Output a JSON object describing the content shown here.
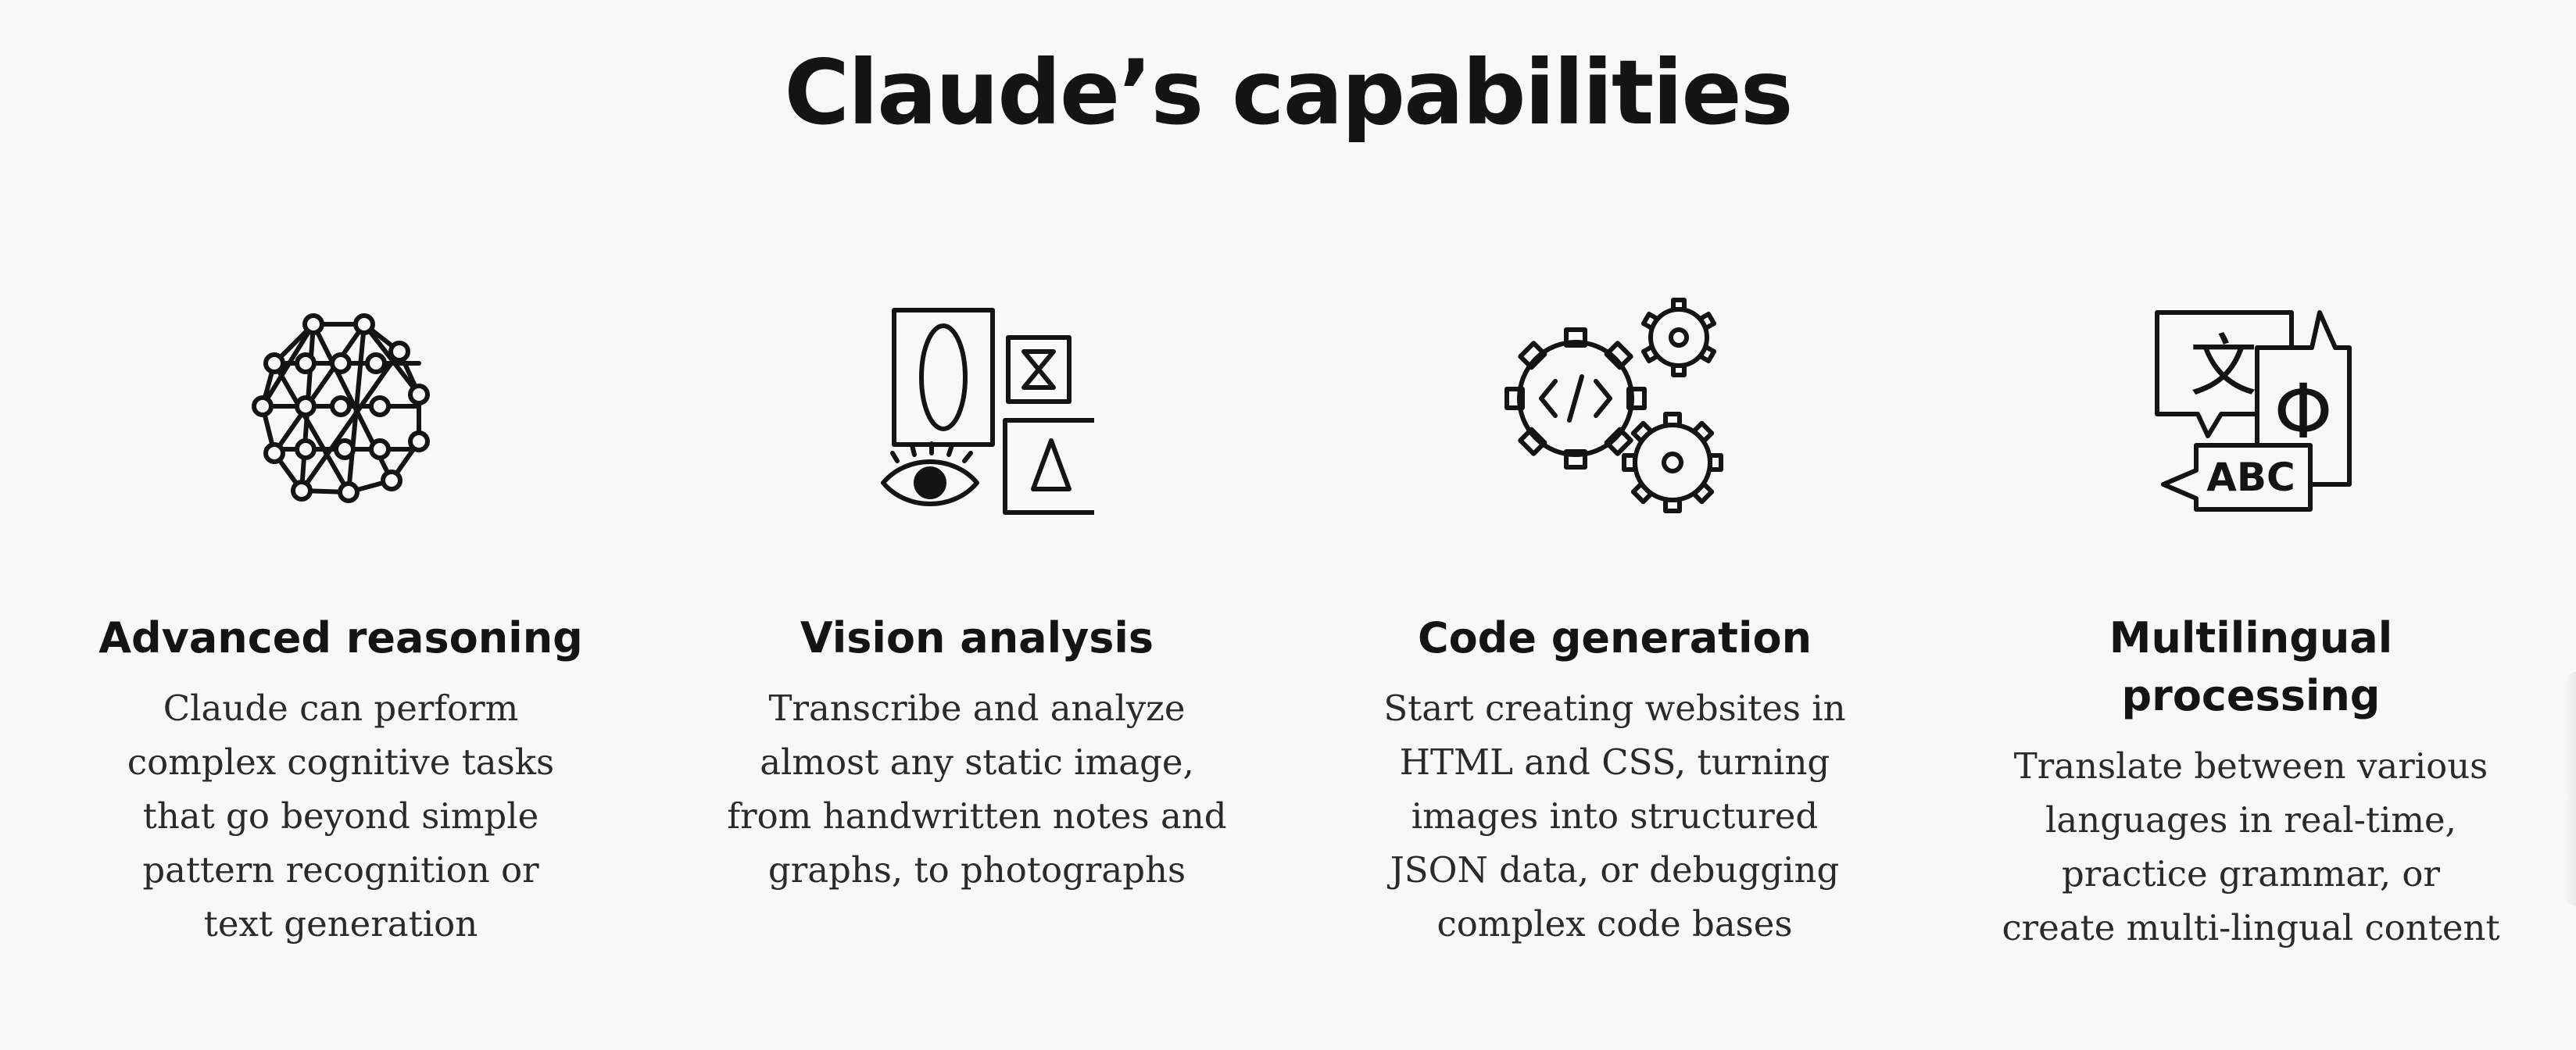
{
  "page": {
    "title": "Claude’s capabilities"
  },
  "cards": [
    {
      "icon": "neural-network-icon",
      "title": "Advanced reasoning",
      "description": "Claude can perform complex cognitive tasks that go beyond simple pattern recognition or text generation"
    },
    {
      "icon": "vision-frames-eye-icon",
      "title": "Vision analysis",
      "description": "Transcribe and analyze almost any static image, from handwritten notes and graphs, to photographs"
    },
    {
      "icon": "code-gears-icon",
      "title": "Code generation",
      "description": "Start creating websites in HTML and CSS, turning images into structured JSON data, or debugging complex code bases"
    },
    {
      "icon": "translation-bubbles-icon",
      "title": "Multilingual processing",
      "description": "Translate between various languages in real-time, practice grammar, or create multi-lingual content",
      "glyphs": {
        "wen": "文",
        "phi": "Φ",
        "abc": "ABC"
      }
    }
  ],
  "colors": {
    "background": "#f8f8f7",
    "text": "#141413"
  }
}
